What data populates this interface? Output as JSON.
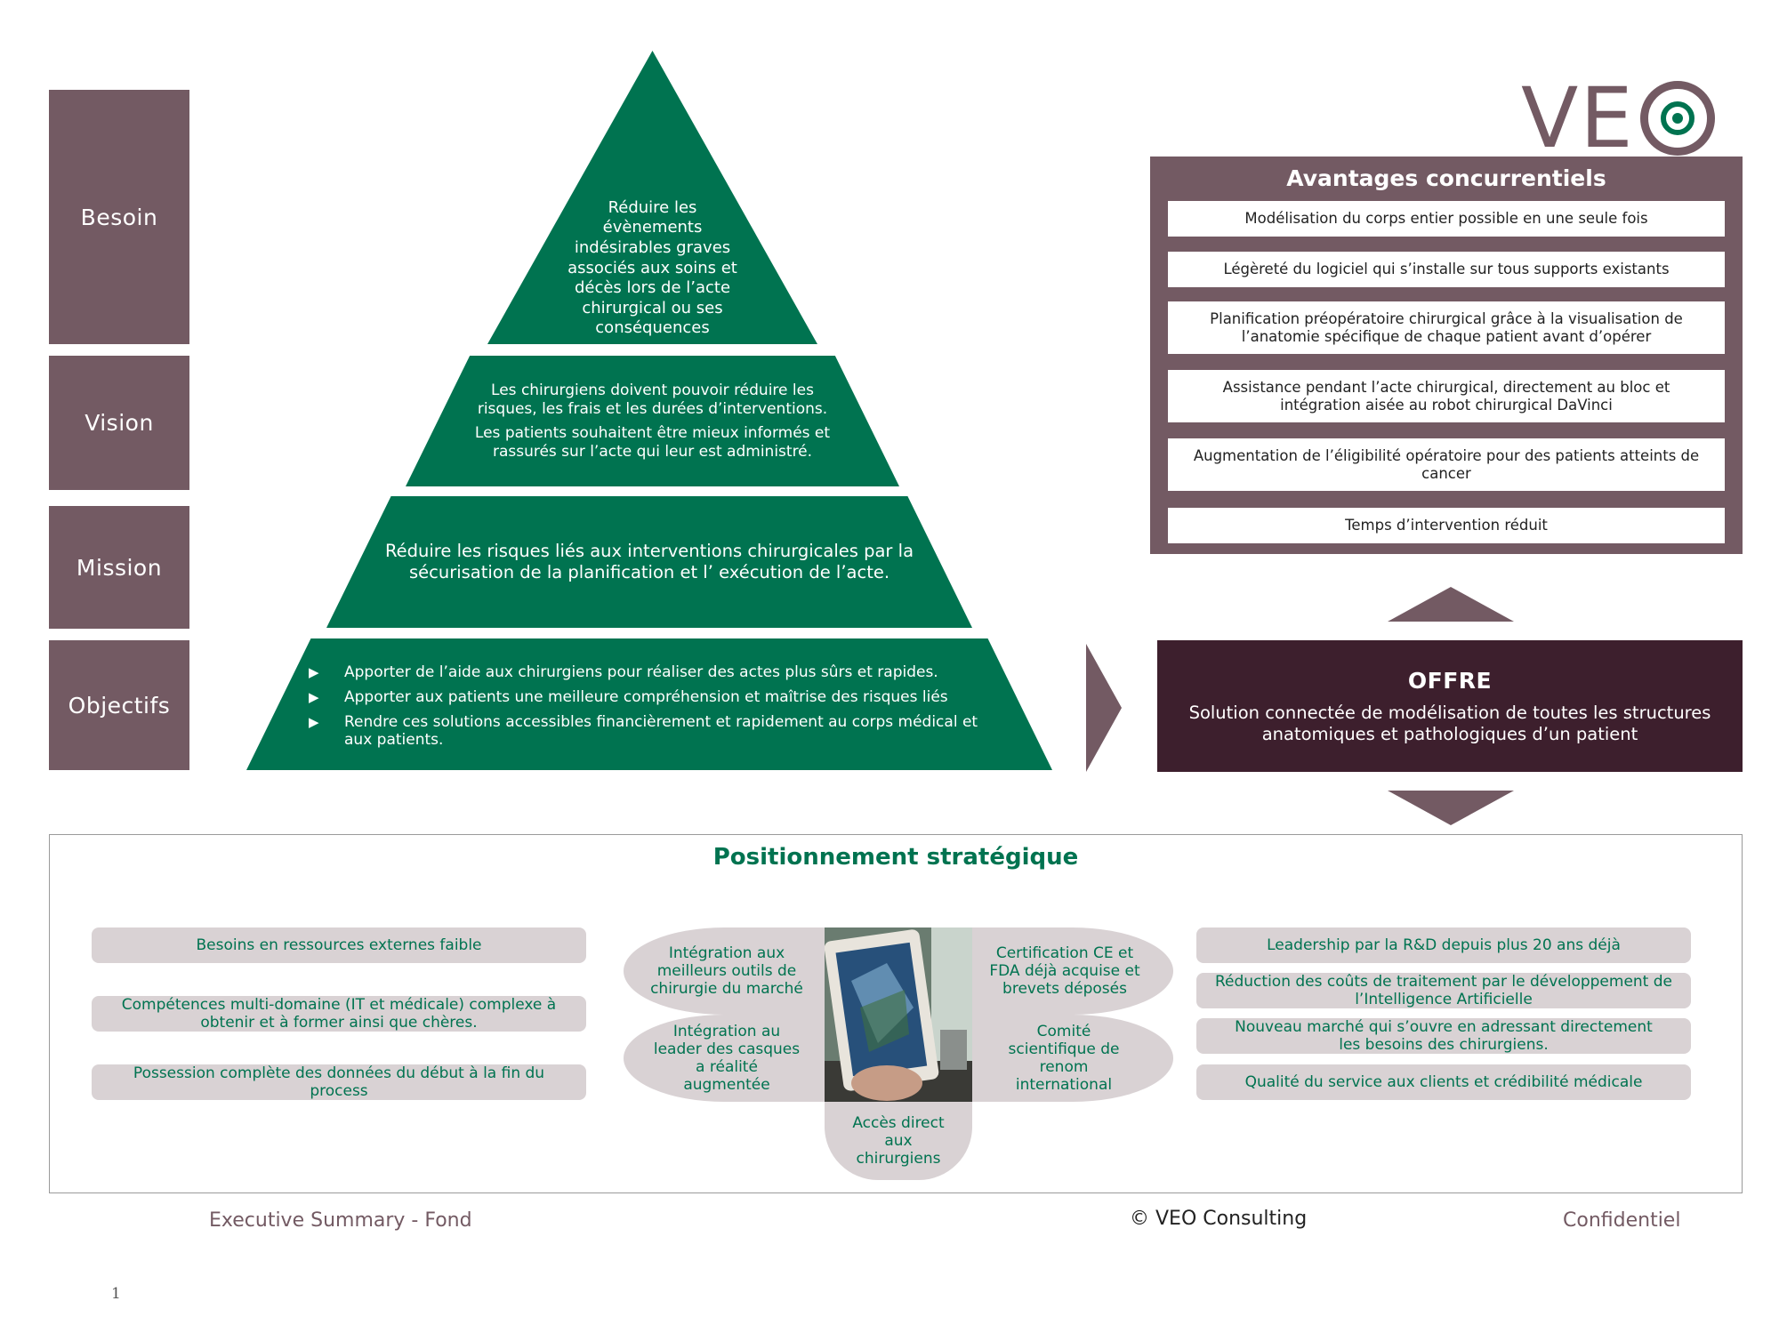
{
  "labels": [
    "Besoin",
    "Vision",
    "Mission",
    "Objectifs"
  ],
  "pyramid": {
    "besoin": "Réduire les évènements indésirables graves associés aux soins et décès lors de l’acte chirurgical ou ses conséquences",
    "vision_1": "Les chirurgiens doivent pouvoir réduire les risques, les frais et les durées d’interventions.",
    "vision_2": "Les patients souhaitent être mieux informés et rassurés sur l’acte qui leur est administré.",
    "mission": "Réduire les risques liés aux interventions chirurgicales par la sécurisation de la planification et l’ exécution de l’acte.",
    "objectifs": [
      "Apporter de l’aide aux chirurgiens pour réaliser des actes plus sûrs et rapides.",
      "Apporter aux patients une meilleure compréhension et maîtrise des risques liés",
      "Rendre ces solutions accessibles financièrement et rapidement au corps médical et aux patients."
    ]
  },
  "logo": {
    "text": "VE"
  },
  "avantages": {
    "title": "Avantages concurrentiels",
    "items": [
      "Modélisation du corps entier possible en une seule fois",
      "Légèreté du logiciel qui s’installe sur tous supports existants",
      "Planification préopératoire chirurgical grâce à la visualisation de l’anatomie spécifique de chaque patient avant d’opérer",
      "Assistance pendant l’acte chirurgical, directement au bloc et intégration aisée au robot chirurgical DaVinci",
      "Augmentation de l’éligibilité opératoire pour des patients atteints de cancer",
      "Temps d’intervention réduit"
    ]
  },
  "offre": {
    "title": "OFFRE",
    "desc": "Solution connectée de modélisation de toutes les structures anatomiques et pathologiques d’un patient"
  },
  "positionnement": {
    "title": "Positionnement stratégique",
    "weaknesses": [
      "Besoins en ressources externes faible",
      "Compétences multi-domaine (IT et médicale) complexe à obtenir et à former ainsi que chères.",
      "Possession complète des données du début à la fin du process"
    ],
    "center": {
      "top_left": "Intégration aux meilleurs outils de chirurgie du marché",
      "bottom_left": "Intégration au leader des casques a réalité augmentée",
      "top_right": "Certification CE et FDA déjà acquise et brevets déposés",
      "bottom_right": "Comité scientifique de renom international",
      "bottom": "Accès direct aux chirurgiens"
    },
    "strengths": [
      "Leadership par la R&D depuis plus 20 ans déjà",
      "Réduction des coûts de traitement par le développement de l’Intelligence Artificielle",
      "Nouveau marché qui s’ouvre en adressant directement les besoins des chirurgiens.",
      "Qualité du service aux clients et crédibilité médicale"
    ]
  },
  "footer": {
    "left": "Executive Summary - Fond",
    "center": "© VEO Consulting",
    "right": "Confidentiel",
    "page": "1"
  },
  "colors": {
    "green": "#007350",
    "mauve": "#735a63",
    "dark": "#3d1f2d",
    "pill": "#d9d2d4"
  }
}
